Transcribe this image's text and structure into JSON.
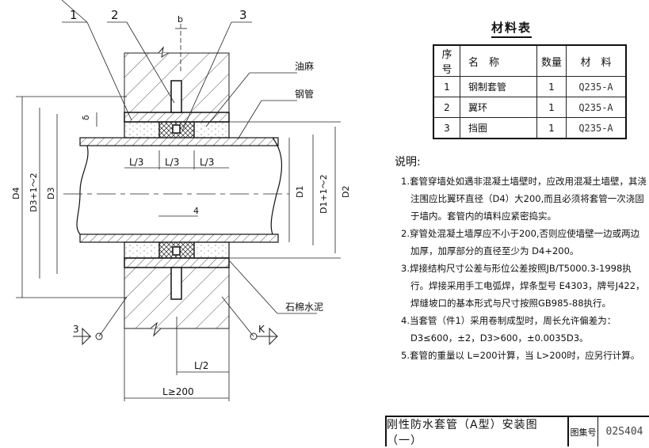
{
  "drawing": {
    "callouts": {
      "part1": "1",
      "part2": "2",
      "part3": "3",
      "gap_b": "b",
      "oil_hemp": "油麻",
      "steel_pipe": "钢管",
      "asbestos_cement": "石棉水泥",
      "weld_left": "3",
      "weld_right": "K"
    },
    "dimensions": {
      "delta": "δ",
      "third_1": "L/3",
      "third_2": "L/3",
      "third_3": "L/3",
      "gap_4": "4",
      "half_length": "L/2",
      "length_min": "L≥200",
      "d4": "D4",
      "d3_plus": "D3+1～2",
      "d3": "D3",
      "d1": "D1",
      "d1_plus": "D1+1～2",
      "d2": "D2"
    }
  },
  "materials": {
    "title": "材料表",
    "headers": [
      "序号",
      "名　称",
      "数量",
      "材　料"
    ],
    "rows": [
      [
        "1",
        "钢制套管",
        "1",
        "Q235-A"
      ],
      [
        "2",
        "翼环",
        "1",
        "Q235-A"
      ],
      [
        "3",
        "挡圈",
        "1",
        "Q235-A"
      ]
    ]
  },
  "notes": {
    "title": "说明:",
    "items": [
      "1.套管穿墙处如遇非混凝土墙壁时，应改用混凝土墙壁，其浇注围应比翼环直径（D4）大200,而且必须将套管一次浇固于墙内。套管内的填料应紧密捣实。",
      "2.穿管处混凝土墙厚应不小于200,否则应使墙壁一边或两边加厚，加厚部分的直径至少为 D4+200。",
      "3.焊接结构尺寸公差与形位公差按照JB/T5000.3-1998执行。焊接采用手工电弧焊，焊条型号 E4303，牌号J422，焊缝坡口的基本形式与尺寸按照GB985-88执行。",
      "4.当套管（件1）采用卷制成型时，周长允许偏差为：D3≤600，±2，D3>600，±0.0035D3。",
      "5.套管的重量以 L=200计算，当 L>200时，应另行计算。"
    ]
  },
  "title_block": {
    "title": "刚性防水套管（A型）安装图（一）",
    "atlas_label": "图集号",
    "atlas_number": "02S404"
  }
}
